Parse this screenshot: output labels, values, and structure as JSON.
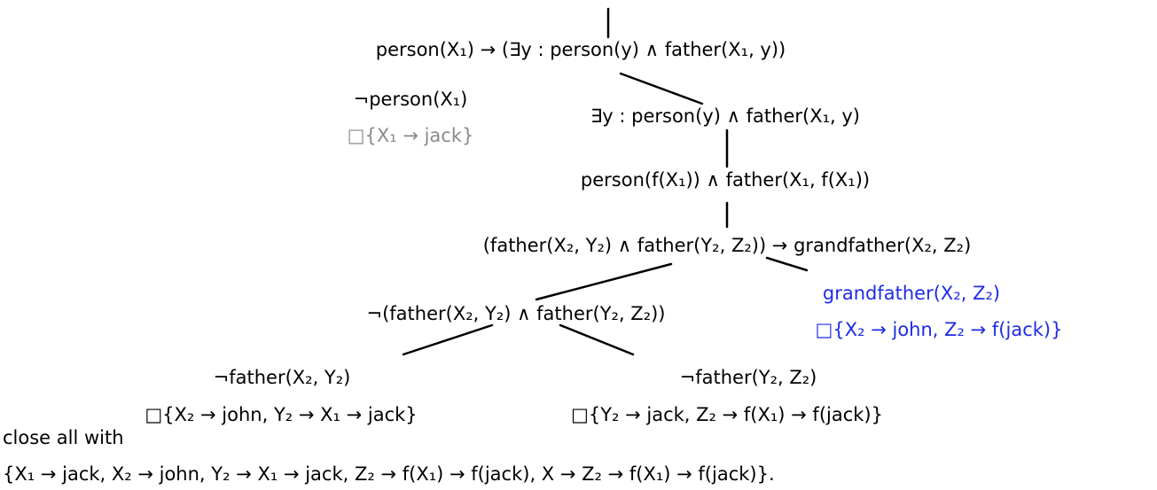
{
  "colors": {
    "text": "#000000",
    "closed_gray": "#8a8a8a",
    "closed_blue": "#1f2be6",
    "edges": "#000000"
  },
  "tree": {
    "root": "person(X₁) → (∃y : person(y) ∧ father(X₁, y))",
    "neg_person": "¬person(X₁)",
    "neg_person_closed": "□{X₁ → jack}",
    "exists": "∃y : person(y) ∧ father(X₁, y)",
    "skolem": "person(f(X₁)) ∧ father(X₁, f(X₁))",
    "rule": "(father(X₂, Y₂) ∧ father(Y₂, Z₂)) → grandfather(X₂, Z₂)",
    "neg_conj": "¬(father(X₂, Y₂) ∧ father(Y₂, Z₂))",
    "grandfather": "grandfather(X₂, Z₂)",
    "grandfather_closed": "□{X₂ → john, Z₂ → f(jack)}",
    "neg_father1": "¬father(X₂, Y₂)",
    "neg_father1_closed": "□{X₂ → john, Y₂ → X₁ → jack}",
    "neg_father2": "¬father(Y₂, Z₂)",
    "neg_father2_closed": "□{Y₂ → jack, Z₂ → f(X₁) → f(jack)}"
  },
  "footer": {
    "close_label": "close all with",
    "substitution": "{X₁ → jack,  X₂ → john,  Y₂ → X₁ → jack,  Z₂ → f(X₁) → f(jack),  X → Z₂ → f(X₁) → f(jack)}."
  }
}
